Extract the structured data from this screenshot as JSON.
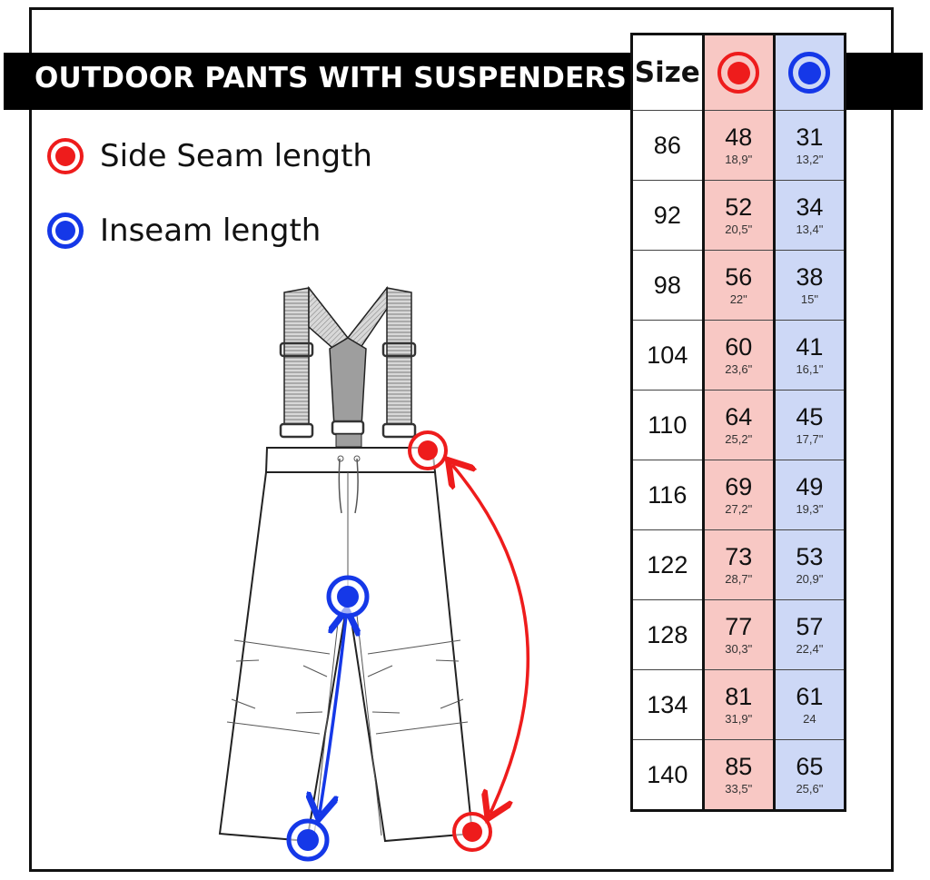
{
  "title": "OUTDOOR PANTS WITH SUSPENDERS",
  "colors": {
    "side_seam": "#ee1c1c",
    "inseam": "#1538e8",
    "red_column_bg": "#f8c8c4",
    "blue_column_bg": "#cdd8f6"
  },
  "legend": [
    {
      "icon": "red-target-icon",
      "label": "Side Seam length"
    },
    {
      "icon": "blue-target-icon",
      "label": "Inseam length"
    }
  ],
  "table": {
    "header": {
      "size": "Size",
      "side_seam_icon": "red-target-icon",
      "inseam_icon": "blue-target-icon"
    },
    "rows": [
      {
        "size": "86",
        "side_seam_cm": "48",
        "side_seam_in": "18,9\"",
        "inseam_cm": "31",
        "inseam_in": "13,2\""
      },
      {
        "size": "92",
        "side_seam_cm": "52",
        "side_seam_in": "20,5\"",
        "inseam_cm": "34",
        "inseam_in": "13,4\""
      },
      {
        "size": "98",
        "side_seam_cm": "56",
        "side_seam_in": "22\"",
        "inseam_cm": "38",
        "inseam_in": "15\""
      },
      {
        "size": "104",
        "side_seam_cm": "60",
        "side_seam_in": "23,6\"",
        "inseam_cm": "41",
        "inseam_in": "16,1\""
      },
      {
        "size": "110",
        "side_seam_cm": "64",
        "side_seam_in": "25,2\"",
        "inseam_cm": "45",
        "inseam_in": "17,7\""
      },
      {
        "size": "116",
        "side_seam_cm": "69",
        "side_seam_in": "27,2\"",
        "inseam_cm": "49",
        "inseam_in": "19,3\""
      },
      {
        "size": "122",
        "side_seam_cm": "73",
        "side_seam_in": "28,7\"",
        "inseam_cm": "53",
        "inseam_in": "20,9\""
      },
      {
        "size": "128",
        "side_seam_cm": "77",
        "side_seam_in": "30,3\"",
        "inseam_cm": "57",
        "inseam_in": "22,4\""
      },
      {
        "size": "134",
        "side_seam_cm": "81",
        "side_seam_in": "31,9\"",
        "inseam_cm": "61",
        "inseam_in": "24"
      },
      {
        "size": "140",
        "side_seam_cm": "85",
        "side_seam_in": "33,5\"",
        "inseam_cm": "65",
        "inseam_in": "25,6\""
      }
    ]
  },
  "illustration": {
    "subject": "suspender-pants-technical-drawing",
    "markers": [
      "side-seam-top",
      "side-seam-bottom",
      "inseam-top",
      "inseam-bottom"
    ]
  }
}
